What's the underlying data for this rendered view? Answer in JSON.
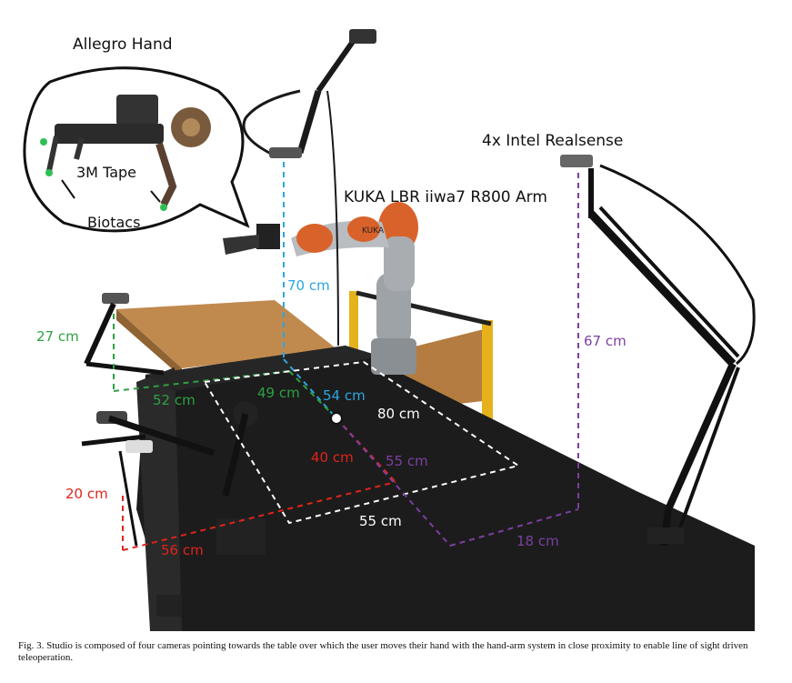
{
  "colors": {
    "blue": "#2aa6e0",
    "green": "#2ea043",
    "red": "#e0241b",
    "purple": "#7b3fa0",
    "white": "#ffffff",
    "orange": "#d9622a",
    "table_black": "#1c1c1c",
    "wood": "#c08a4e",
    "yellow": "#e6b21c"
  },
  "labels": {
    "allegro_hand": "Allegro Hand",
    "tape": "3M Tape",
    "biotacs": "Biotacs",
    "realsense": "4x Intel Realsense",
    "kuka": "KUKA LBR iiwa7 R800 Arm",
    "kuka_sign": "KUKA"
  },
  "measurements": {
    "m70": "70 cm",
    "m27": "27 cm",
    "m52": "52 cm",
    "m49": "49 cm",
    "m54": "54 cm",
    "m80": "80 cm",
    "m40": "40 cm",
    "m55_purple": "55 cm",
    "m20": "20 cm",
    "m55_white": "55 cm",
    "m56": "56 cm",
    "m18": "18 cm",
    "m67": "67 cm"
  },
  "caption": "Fig. 3.   Studio is composed of four cameras pointing towards the table over which the user moves their hand with the hand-arm system in close proximity to enable line of sight driven teleoperation."
}
